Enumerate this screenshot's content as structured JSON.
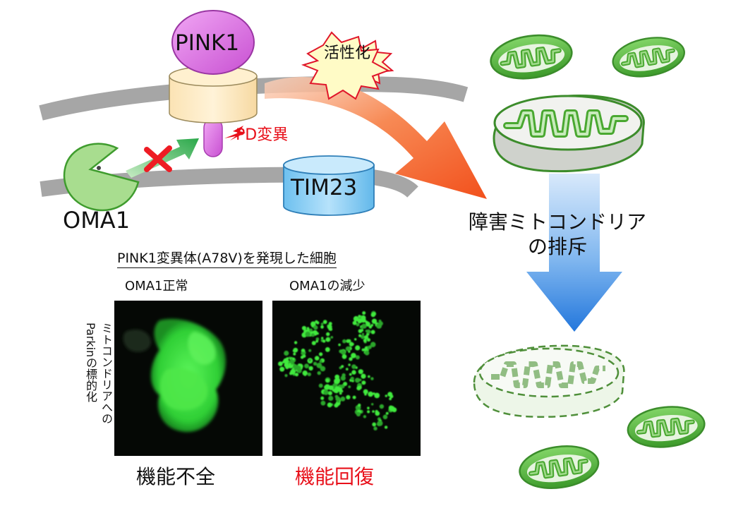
{
  "labels": {
    "pink1": "PINK1",
    "activation": "活性化",
    "pd_mutation": "PD変異",
    "tim23": "TIM23",
    "oma1": "OMA1",
    "removal": "障害ミトコンドリアの排斥"
  },
  "experiment": {
    "title": "PINK1変異体(A78V)を発現した細胞",
    "column_left": "OMA1正常",
    "column_right": "OMA1の減少",
    "y_label_line1": "ミトコンドリアへの",
    "y_label_line2": "Parkinの標的化",
    "result_left": "機能不全",
    "result_right": "機能回復"
  },
  "colors": {
    "membrane": "#a6a6a6",
    "pink1": "#d46fdc",
    "tim23": "#79c9f4",
    "oma1": "#a8dd8f",
    "activation_arrow": "#f35a25",
    "down_arrow": "#2f82df",
    "fluorescence": "#3fe83d",
    "mitochondria": "#5bbd3c",
    "red": "#e8101a"
  },
  "icons": [
    "blocked-x-icon",
    "lightning-bolt-icon",
    "starburst-icon"
  ]
}
